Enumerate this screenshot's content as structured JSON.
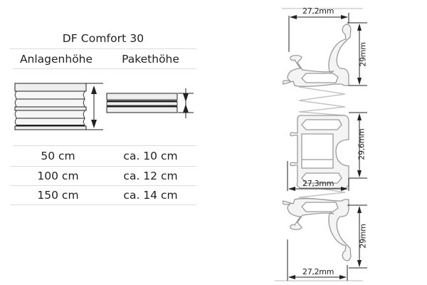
{
  "table": {
    "title": "DF Comfort 30",
    "columns": [
      "Anlagenhöhe",
      "Pakethöhe"
    ],
    "rows": [
      {
        "anlagenhoehe": "50 cm",
        "pakethoehe": "ca. 10 cm"
      },
      {
        "anlagenhoehe": "100 cm",
        "pakethoehe": "ca. 12 cm"
      },
      {
        "anlagenhoehe": "150 cm",
        "pakethoehe": "ca. 14 cm"
      }
    ],
    "illustrations": {
      "extended": "pleated-blind-extended-icon",
      "packed": "pleated-blind-packed-icon"
    }
  },
  "profiles": {
    "top": {
      "width_label": "27,2mm",
      "height_label": "29mm"
    },
    "middle": {
      "width_label": "27,3mm",
      "height_label": "29,6mm"
    },
    "bottom": {
      "width_label": "27,2mm",
      "height_label": "29mm"
    }
  },
  "colors": {
    "text": "#222222",
    "rule": "#dcdcdc",
    "profile_fill": "#f4f4f4",
    "profile_stroke": "#9a9a9a",
    "cord": "#c4c4c4",
    "pleat_fill": "#eeeeee"
  }
}
